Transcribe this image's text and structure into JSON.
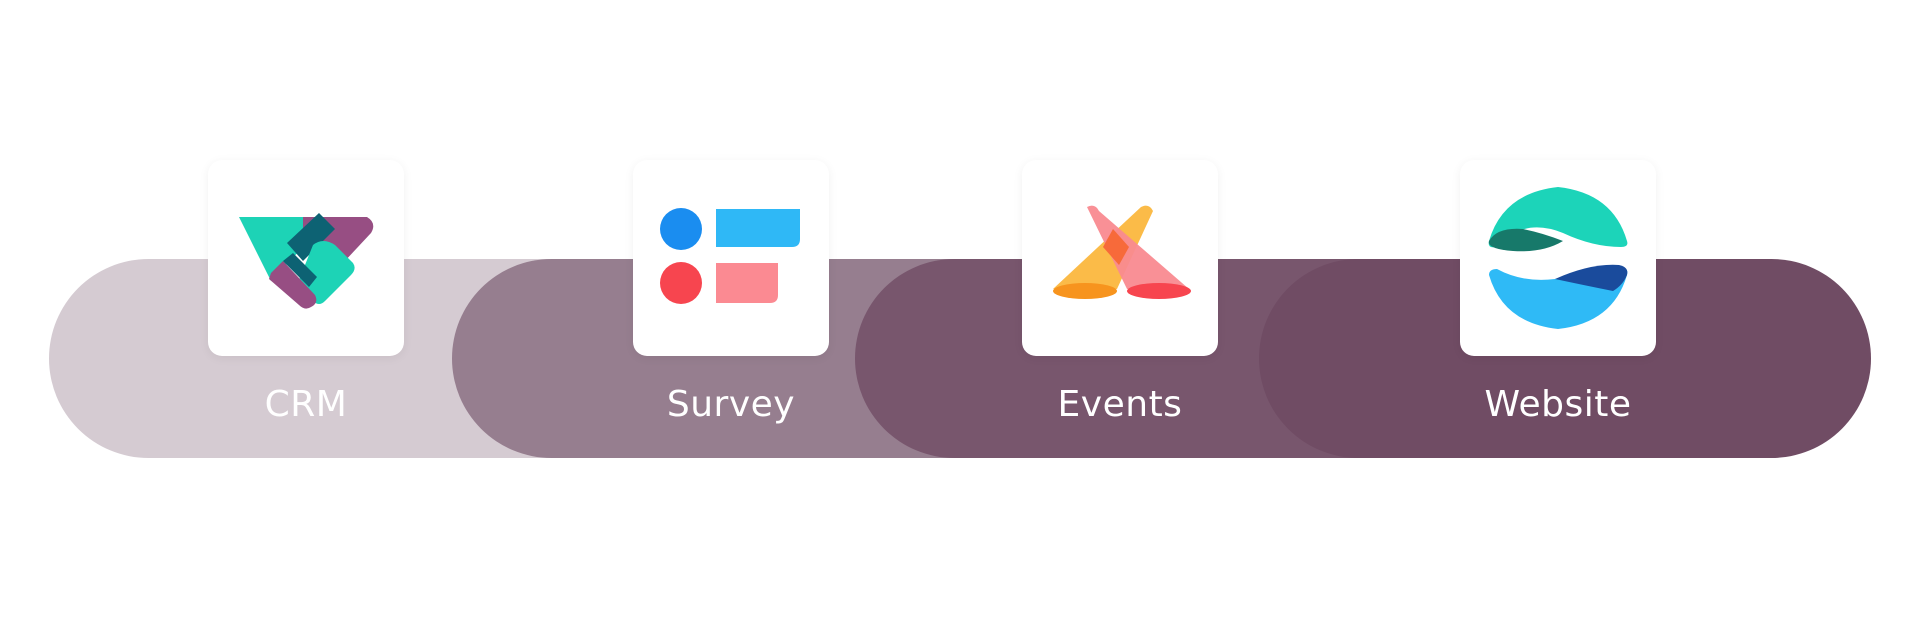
{
  "apps": [
    {
      "label": "CRM",
      "icon": "crm-handshake-icon"
    },
    {
      "label": "Survey",
      "icon": "survey-icon"
    },
    {
      "label": "Events",
      "icon": "events-spotlight-icon"
    },
    {
      "label": "Website",
      "icon": "website-globe-icon"
    }
  ],
  "colors": {
    "band_1": "#d5cbd2",
    "band_2": "#967e8f",
    "band_3": "#78566d",
    "band_4": "#704c64",
    "label_text": "#ffffff"
  }
}
